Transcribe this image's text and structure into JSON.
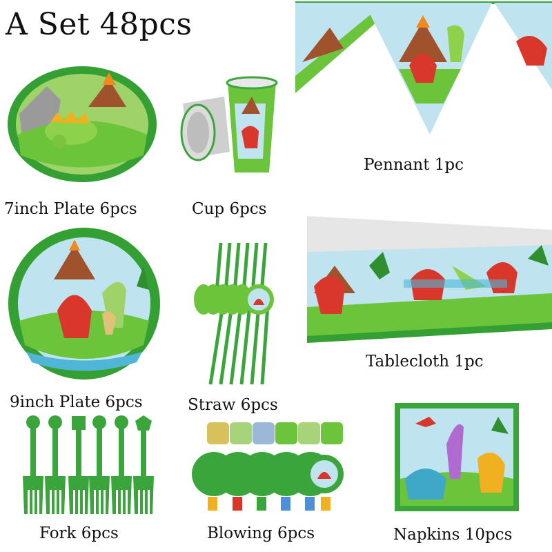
{
  "title": "A Set 48pcs",
  "items": [
    {
      "label": "7inch Plate 6pcs",
      "product": "plate-small"
    },
    {
      "label": "Cup 6pcs",
      "product": "cup"
    },
    {
      "label": "Pennant 1pc",
      "product": "pennant"
    },
    {
      "label": "9inch Plate 6pcs",
      "product": "plate-large"
    },
    {
      "label": "Straw 6pcs",
      "product": "straw"
    },
    {
      "label": "Tablecloth 1pc",
      "product": "tablecloth"
    },
    {
      "label": "Fork 6pcs",
      "product": "fork"
    },
    {
      "label": "Blowing 6pcs",
      "product": "blowout"
    },
    {
      "label": "Napkins 10pcs",
      "product": "napkin"
    }
  ],
  "colors": {
    "rim_green": "#3aa53a",
    "grass": "#6cc43a",
    "volcano": "#a0522d",
    "lava": "#f08a1e",
    "sky": "#bfe3ef",
    "dino_red": "#d9372b",
    "water": "#4fb6d8"
  }
}
